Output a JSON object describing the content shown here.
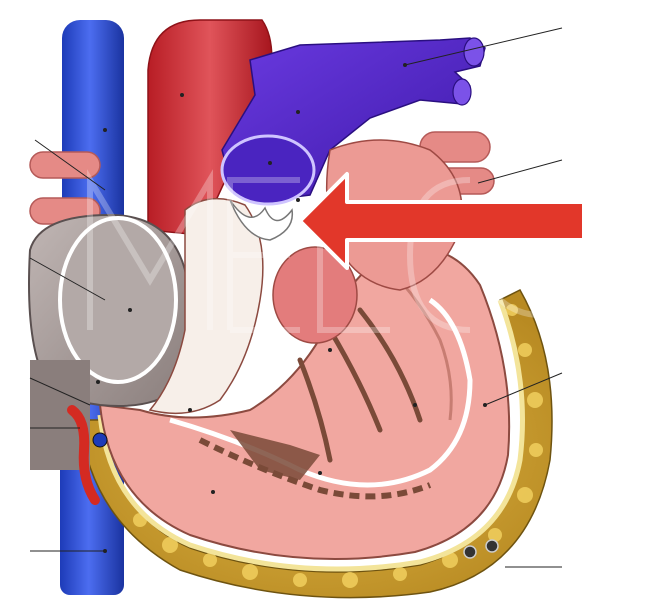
{
  "diagram": {
    "colors": {
      "background": "#ffffff",
      "vena_cava": "#2f4fd8",
      "aorta": "#c9262c",
      "pulmonary_artery": "#5a2ad0",
      "myocardium": "#f1a7a0",
      "muscle_dark": "#7a4a38",
      "fat": "#d3a83a",
      "pericardium": "#e8d98c",
      "atrium_gray": "#9a9090",
      "arrow": "#e2372a",
      "leader_line": "#222222"
    },
    "highlight": {
      "structure": "pulmonary valve",
      "marker": "arrow"
    },
    "watermark": {
      "style": "faint outlined letters across center"
    },
    "leader_lines": {
      "count": 9
    }
  }
}
